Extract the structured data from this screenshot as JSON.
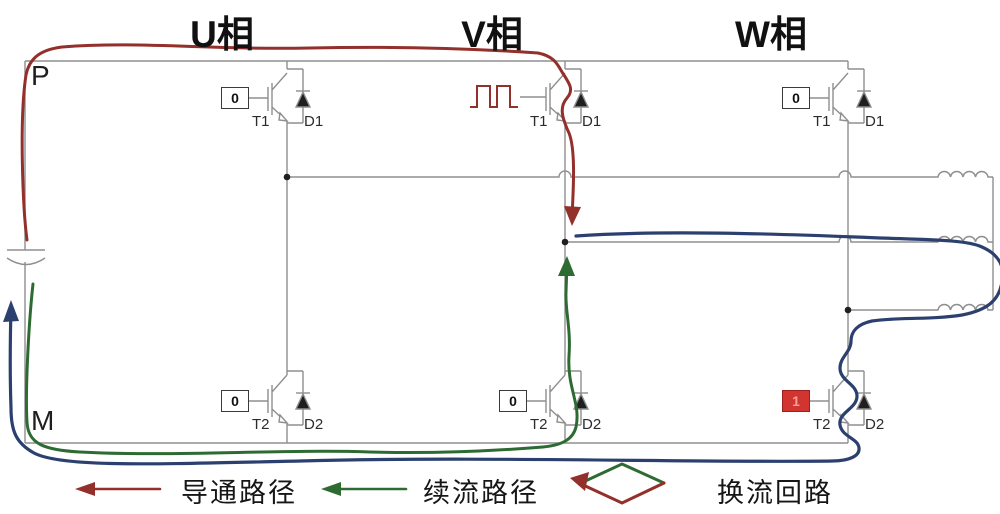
{
  "colors": {
    "wire": "#8f8f8f",
    "component": "#1f1f1f",
    "conduction": "#93302b",
    "freewheel": "#2e6b33",
    "commutation": "#2b406e",
    "gate_on_bg": "#d23430",
    "gate_on_text": "#f2a29d"
  },
  "diagram": {
    "phases": {
      "u": {
        "title": "U相"
      },
      "v": {
        "title": "V相"
      },
      "w": {
        "title": "W相"
      }
    },
    "bus": {
      "positive_label": "P",
      "negative_label": "M"
    },
    "cells": {
      "u_top": {
        "gate": "0",
        "transistor": "T1",
        "diode": "D1"
      },
      "v_top": {
        "gate_icon": "pwm-pulse-waveform",
        "transistor": "T1",
        "diode": "D1"
      },
      "w_top": {
        "gate": "0",
        "transistor": "T1",
        "diode": "D1"
      },
      "u_bottom": {
        "gate": "0",
        "transistor": "T2",
        "diode": "D2"
      },
      "v_bottom": {
        "gate": "0",
        "transistor": "T2",
        "diode": "D2"
      },
      "w_bottom": {
        "gate": "1",
        "transistor": "T2",
        "diode": "D2"
      }
    }
  },
  "legend": {
    "conduction_label": "导通路径",
    "freewheel_label": "续流路径",
    "commutation_label": "换流回路"
  }
}
